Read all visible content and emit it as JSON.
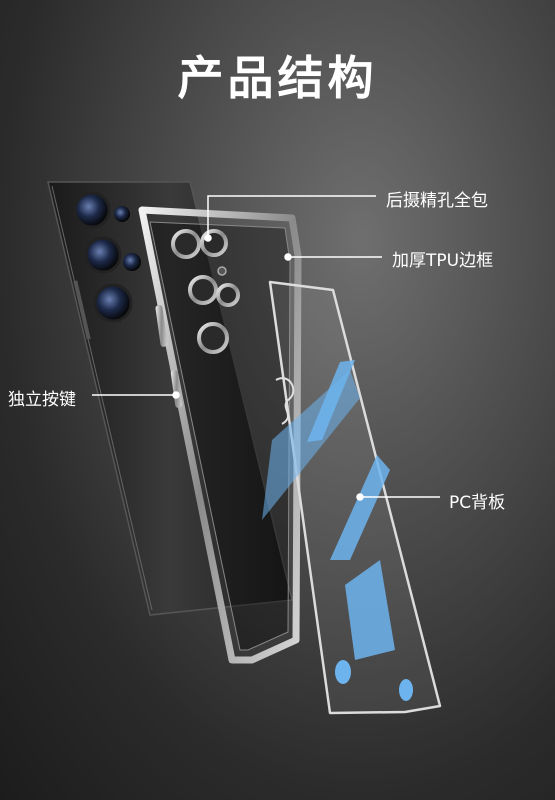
{
  "page": {
    "title": "产品结构",
    "background_color": "#3a3a3a"
  },
  "callouts": {
    "lens": "后摄精孔全包",
    "frame": "加厚TPU边框",
    "button": "独立按键",
    "back": "PC背板"
  },
  "colors": {
    "text": "#ffffff",
    "phone_body": "#2a2a2a",
    "frame_chrome": "#c9c9c9",
    "back_accent": "#6db4ee"
  }
}
